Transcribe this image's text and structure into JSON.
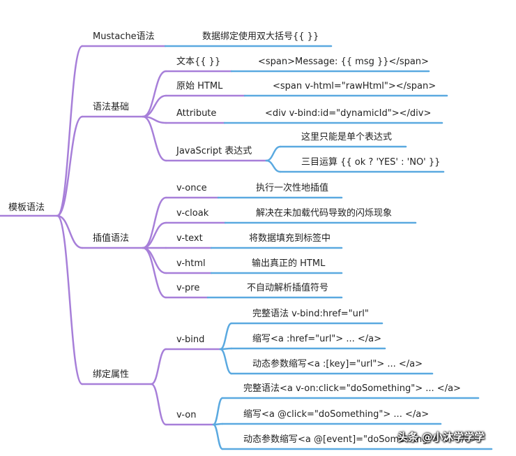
{
  "root": "模板语法",
  "branches": [
    {
      "id": "mustache",
      "label": "Mustache语法",
      "children": [
        {
          "label": "数据绑定使用双大括号{{ }}"
        }
      ]
    },
    {
      "id": "basics",
      "label": "语法基础",
      "children": [
        {
          "label": "文本{{ }}",
          "children": [
            {
              "label": "<span>Message: {{ msg }}</span>"
            }
          ]
        },
        {
          "label": "原始 HTML",
          "children": [
            {
              "label": "<span v-html=\"rawHtml\"></span>"
            }
          ]
        },
        {
          "label": "Attribute",
          "children": [
            {
              "label": "<div v-bind:id=\"dynamicId\"></div>"
            }
          ]
        },
        {
          "label": "JavaScript 表达式",
          "children": [
            {
              "label": "这里只能是单个表达式"
            },
            {
              "label": "三目运算 {{ ok ? 'YES' : 'NO' }}"
            }
          ]
        }
      ]
    },
    {
      "id": "interp",
      "label": "插值语法",
      "children": [
        {
          "label": "v-once",
          "children": [
            {
              "label": "执行一次性地插值"
            }
          ]
        },
        {
          "label": "v-cloak",
          "children": [
            {
              "label": "解决在未加载代码导致的闪烁现象"
            }
          ]
        },
        {
          "label": "v-text",
          "children": [
            {
              "label": "将数据填充到标签中"
            }
          ]
        },
        {
          "label": "v-html",
          "children": [
            {
              "label": "输出真正的 HTML"
            }
          ]
        },
        {
          "label": "v-pre",
          "children": [
            {
              "label": "不自动解析插值符号"
            }
          ]
        }
      ]
    },
    {
      "id": "bind",
      "label": "绑定属性",
      "children": [
        {
          "label": "v-bind",
          "children": [
            {
              "label": "完整语法 v-bind:href=\"url\""
            },
            {
              "label": "缩写<a :href=\"url\"> ... </a>"
            },
            {
              "label": "动态参数缩写<a :[key]=\"url\"> ... </a>"
            }
          ]
        },
        {
          "label": "v-on",
          "children": [
            {
              "label": "完整语法<a v-on:click=\"doSomething\"> ... </a>"
            },
            {
              "label": "缩写<a @click=\"doSomething\"> ... </a>"
            },
            {
              "label": "动态参数缩写<a @[event]=\"doSomething\"> ... </a>"
            }
          ]
        }
      ]
    }
  ],
  "watermark": "头条 @小沐学学学",
  "colors": {
    "branch": "#a77fd9",
    "leaf": "#5aa9e0",
    "text": "#222222"
  }
}
